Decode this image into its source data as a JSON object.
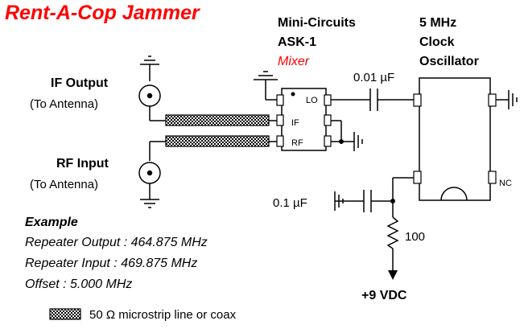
{
  "title": "Rent-A-Cop Jammer",
  "mixer": {
    "maker": "Mini-Circuits",
    "model": "ASK-1",
    "type": "Mixer",
    "pin_lo": "LO",
    "pin_if": "IF",
    "pin_rf": "RF"
  },
  "oscillator": {
    "line1": "5 MHz",
    "line2": "Clock",
    "line3": "Oscillator",
    "pin_nc": "NC"
  },
  "if_output": {
    "label": "IF Output",
    "sub": "(To Antenna)"
  },
  "rf_input": {
    "label": "RF Input",
    "sub": "(To Antenna)"
  },
  "cap_lo": "0.01 µF",
  "cap_bypass": "0.1 µF",
  "resistor": "100",
  "supply": "+9 VDC",
  "example": {
    "heading": "Example",
    "line1": "Repeater Output : 464.875 MHz",
    "line2": "Repeater Input : 469.875 MHz",
    "line3": "Offset : 5.000 MHz"
  },
  "legend": "50 Ω microstrip line or coax",
  "colors": {
    "title": "#ff0000",
    "mixer_type": "#ff0000",
    "ink": "#000000"
  }
}
